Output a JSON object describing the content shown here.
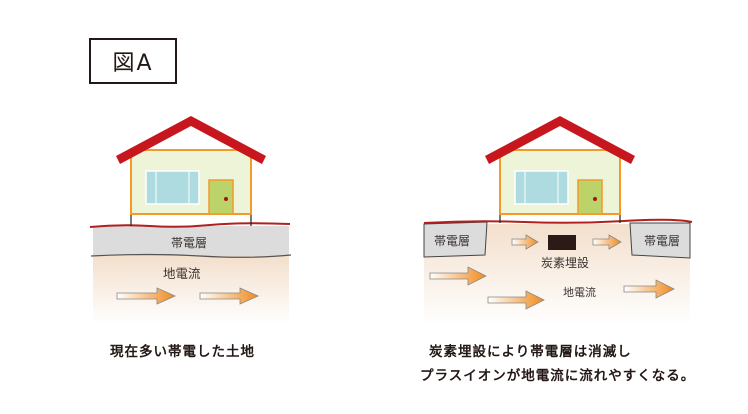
{
  "figure": {
    "label": "図A"
  },
  "left_scene": {
    "layer_label": "帯電層",
    "current_label": "地電流",
    "caption": "現在多い帯電した土地"
  },
  "right_scene": {
    "layer_label_left": "帯電層",
    "layer_label_right": "帯電層",
    "carbon_label": "炭素埋設",
    "current_label": "地電流",
    "caption_line1": "炭素埋設により帯電層は消滅し",
    "caption_line2": "プラスイオンが地電流に流れやすくなる。"
  },
  "colors": {
    "roof": "#c8161e",
    "wall": "#eef4d8",
    "wall_outline": "#f39a2a",
    "window": "#aedbe0",
    "door": "#bcd36a",
    "knob": "#a0141a",
    "charged_layer": "#dcdcdc",
    "soil_top": "#f3dfcc",
    "arrow_orange": "#f08a1c",
    "carbon": "#2b1a16"
  }
}
